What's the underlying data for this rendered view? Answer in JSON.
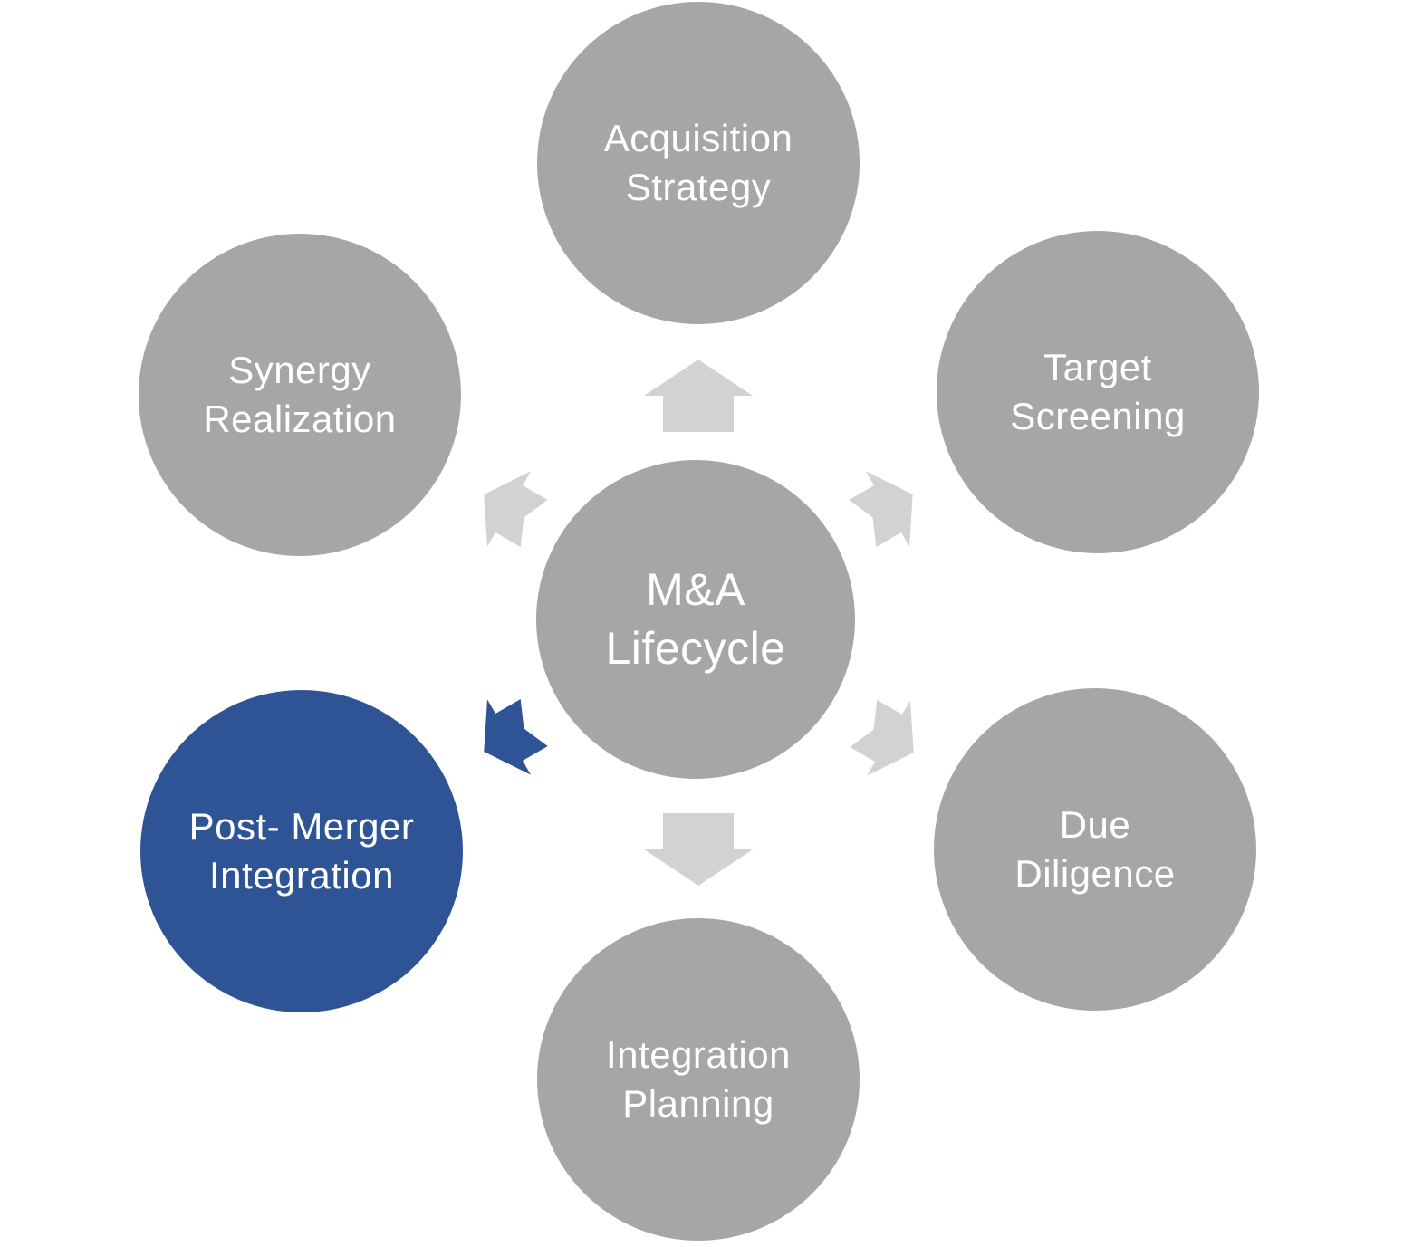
{
  "diagram": {
    "title": "M&A Lifecycle",
    "center_node": {
      "line1": "M&A",
      "line2": "Lifecycle"
    },
    "nodes": {
      "acquisition": {
        "line1": "Acquisition",
        "line2": "Strategy"
      },
      "target": {
        "line1": "Target",
        "line2": "Screening"
      },
      "due": {
        "line1": "Due",
        "line2": "Diligence"
      },
      "integration": {
        "line1": "Integration",
        "line2": "Planning"
      },
      "post_merger": {
        "line1": "Post- Merger",
        "line2": "Integration"
      },
      "synergy": {
        "line1": "Synergy",
        "line2": "Realization"
      }
    },
    "colors": {
      "node_gray": "#A6A6A6",
      "highlight_blue": "#2F5496",
      "arrow_gray": "#D2D2D2",
      "label_text": "#FFFFFF",
      "background": "#FFFFFF"
    },
    "arrows": [
      {
        "to": "acquisition",
        "direction": "up",
        "color": "#D2D2D2"
      },
      {
        "to": "target",
        "direction": "up-right",
        "color": "#D2D2D2"
      },
      {
        "to": "due",
        "direction": "down-right",
        "color": "#D2D2D2"
      },
      {
        "to": "integration",
        "direction": "down",
        "color": "#D2D2D2"
      },
      {
        "to": "post_merger",
        "direction": "down-left",
        "color": "#2F5496"
      },
      {
        "to": "synergy",
        "direction": "up-left",
        "color": "#D2D2D2"
      }
    ]
  }
}
